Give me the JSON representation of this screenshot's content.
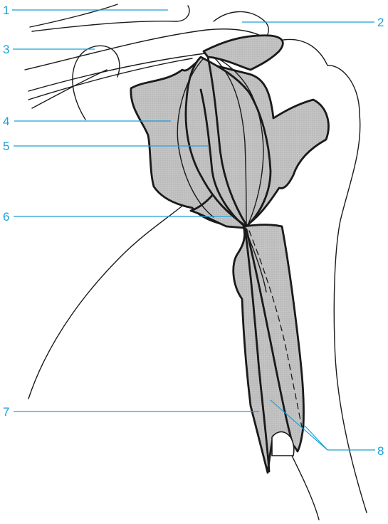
{
  "colors": {
    "label": "#1aa0d8",
    "leader": "#1aa0d8",
    "muscle_fill": "#c4c4c4",
    "outline": "#1a1a1a",
    "background": "#ffffff"
  },
  "labels": [
    {
      "id": "1",
      "text": "1"
    },
    {
      "id": "2",
      "text": "2"
    },
    {
      "id": "3",
      "text": "3"
    },
    {
      "id": "4",
      "text": "4"
    },
    {
      "id": "5",
      "text": "5"
    },
    {
      "id": "6",
      "text": "6"
    },
    {
      "id": "7",
      "text": "7"
    },
    {
      "id": "8",
      "text": "8"
    }
  ]
}
